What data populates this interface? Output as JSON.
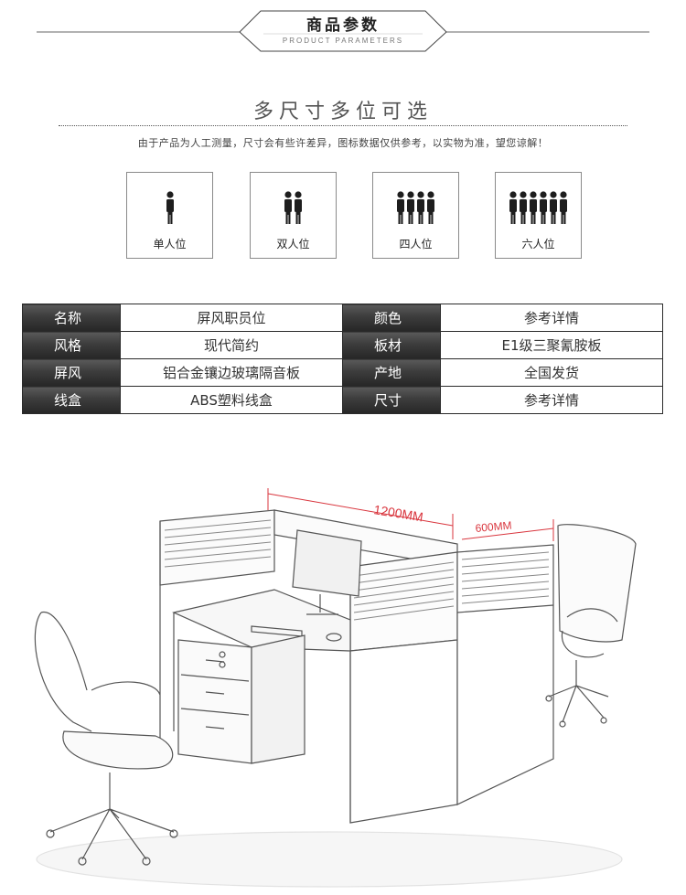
{
  "header": {
    "title": "商品参数",
    "subtitle": "PRODUCT PARAMETERS"
  },
  "sizes": {
    "title": "多尺寸多位可选",
    "note": "由于产品为人工测量，尺寸会有些许差异，图标数据仅供参考，以实物为准，望您谅解！",
    "options": [
      {
        "label": "单人位",
        "people": 1
      },
      {
        "label": "双人位",
        "people": 2
      },
      {
        "label": "四人位",
        "people": 4
      },
      {
        "label": "六人位",
        "people": 6
      }
    ]
  },
  "params": {
    "rows": [
      [
        {
          "key": "名称",
          "value": "屏风职员位"
        },
        {
          "key": "颜色",
          "value": "参考详情"
        }
      ],
      [
        {
          "key": "风格",
          "value": "现代简约"
        },
        {
          "key": "板材",
          "value": "E1级三聚氰胺板"
        }
      ],
      [
        {
          "key": "屏风",
          "value": "铝合金镶边玻璃隔音板"
        },
        {
          "key": "产地",
          "value": "全国发货"
        }
      ],
      [
        {
          "key": "线盒",
          "value": "ABS塑料线盒"
        },
        {
          "key": "尺寸",
          "value": "参考详情"
        }
      ]
    ]
  },
  "illustration": {
    "width_label": "1200MM",
    "depth_label": "600MM"
  },
  "colors": {
    "table_key_bg": "#3c3c3c",
    "border": "#2a2a2a",
    "dimension_red": "#d9363e"
  }
}
